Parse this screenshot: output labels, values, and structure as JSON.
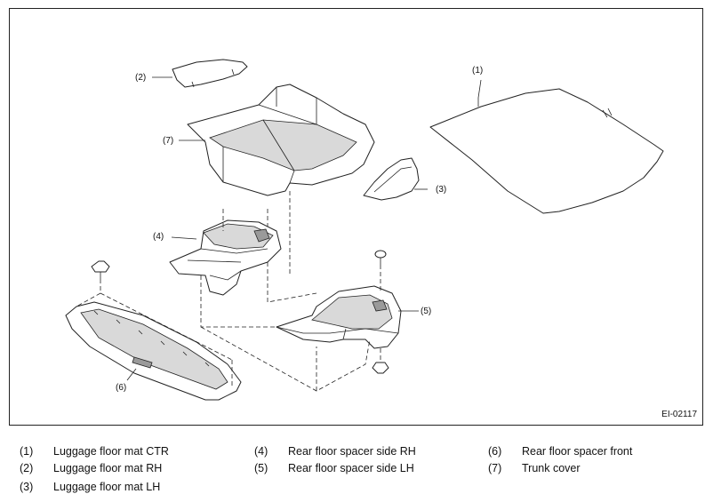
{
  "figure": {
    "id": "EI-02117",
    "callouts": [
      "(1)",
      "(2)",
      "(3)",
      "(4)",
      "(5)",
      "(6)",
      "(7)"
    ]
  },
  "legend": [
    {
      "num": "(1)",
      "text": "Luggage floor mat CTR"
    },
    {
      "num": "(2)",
      "text": "Luggage floor mat RH"
    },
    {
      "num": "(3)",
      "text": "Luggage floor mat LH"
    },
    {
      "num": "(4)",
      "text": "Rear floor spacer side RH"
    },
    {
      "num": "(5)",
      "text": "Rear floor spacer side LH"
    },
    {
      "num": "(6)",
      "text": "Rear floor spacer front"
    },
    {
      "num": "(7)",
      "text": "Trunk cover"
    }
  ]
}
